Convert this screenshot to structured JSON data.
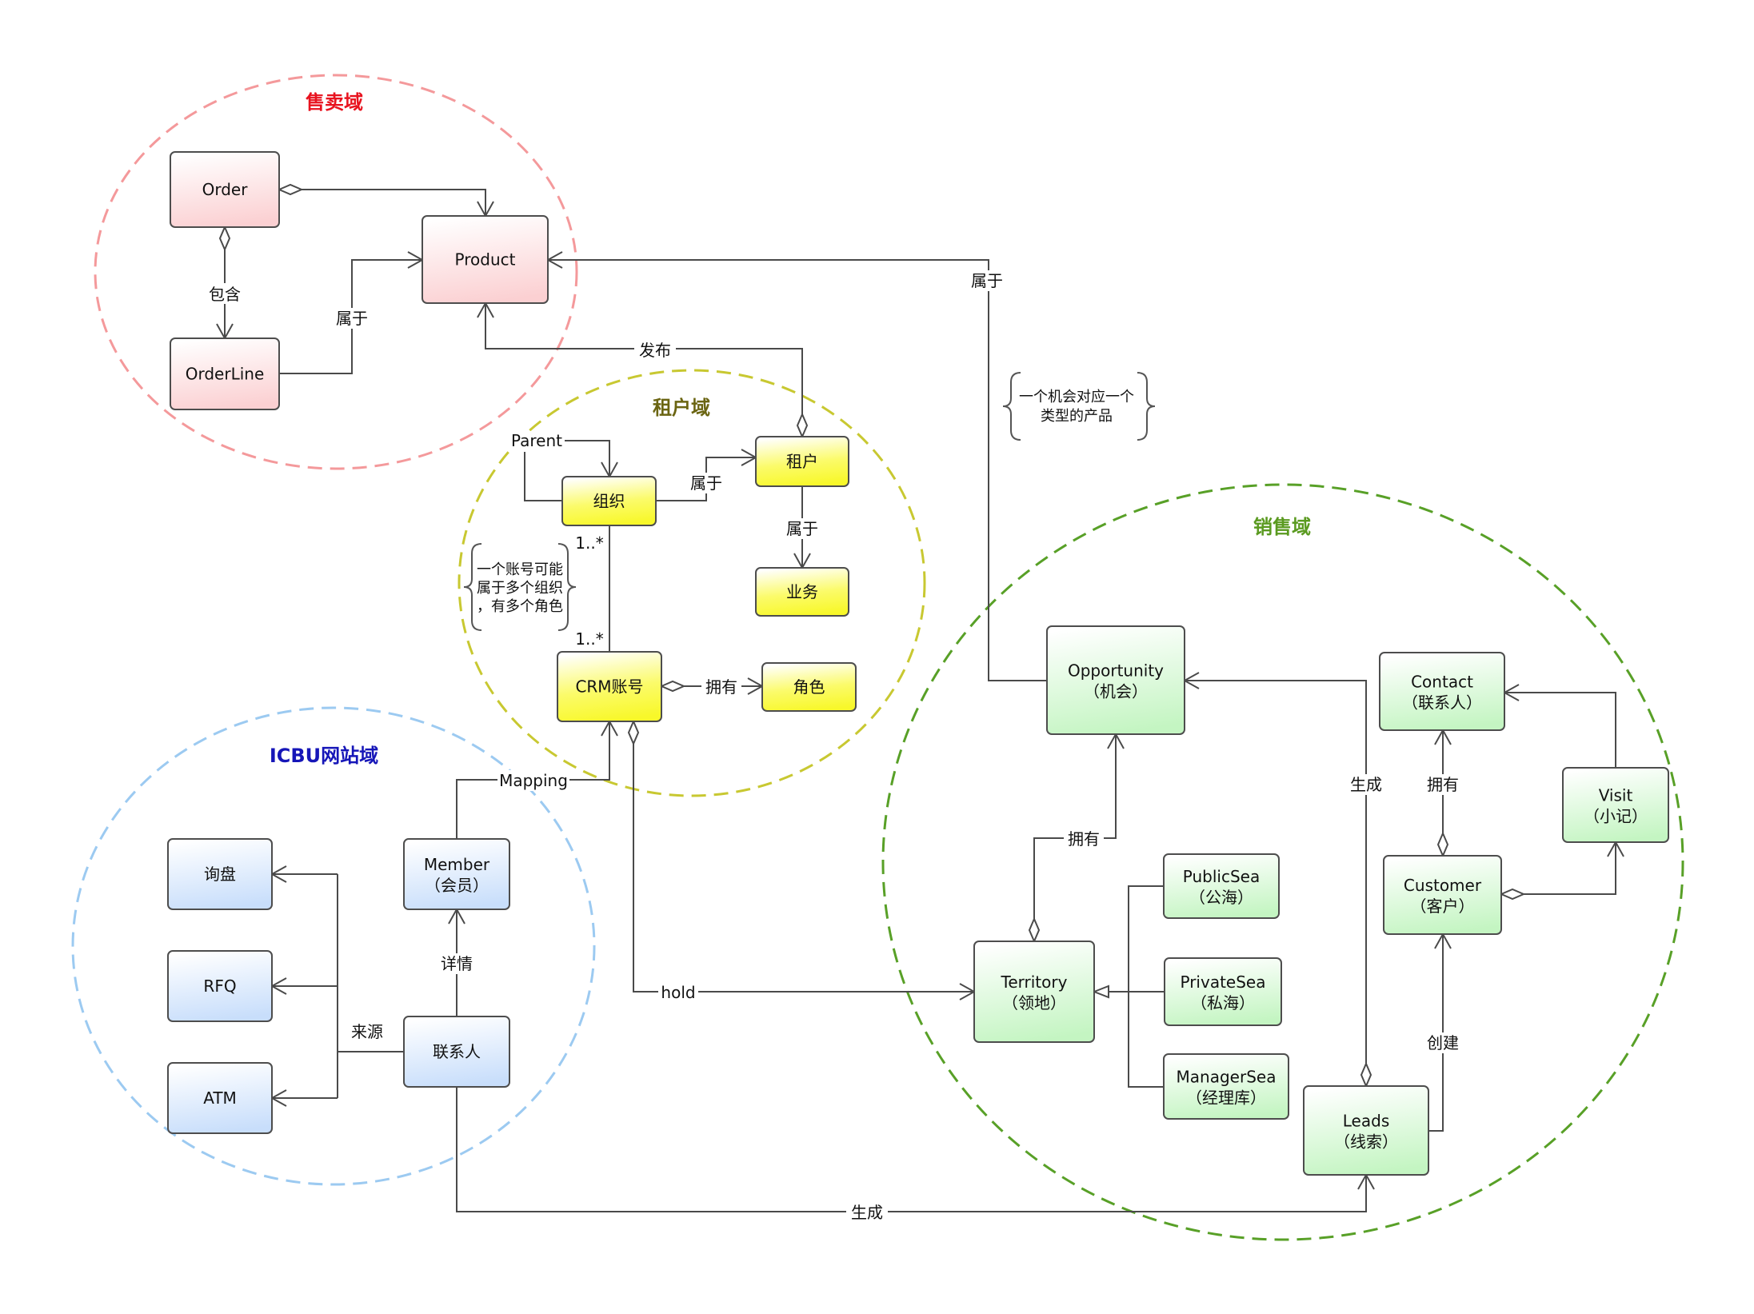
{
  "colors": {
    "sales_domain_ellipse": "#f4999b",
    "sales_domain_title": "#e8131f",
    "tenant_domain_ellipse": "#c8c831",
    "tenant_domain_title": "#6b6512",
    "icbu_domain_ellipse": "#9ccaf1",
    "icbu_domain_title": "#1616b8",
    "selling_domain_ellipse": "#58a027",
    "selling_domain_title": "#5a9a20",
    "pink_box": "#fbd5d7",
    "yellow_box": "#fbfb3a",
    "blue_box": "#cfe3fb",
    "green_box": "#c9f6c7"
  },
  "domains": {
    "sales": {
      "title": "售卖域"
    },
    "tenant": {
      "title": "租户域"
    },
    "icbu": {
      "title": "ICBU网站域"
    },
    "selling": {
      "title": "销售域"
    }
  },
  "entities": {
    "order": {
      "line1": "Order",
      "line2": ""
    },
    "product": {
      "line1": "Product",
      "line2": ""
    },
    "orderline": {
      "line1": "OrderLine",
      "line2": ""
    },
    "org": {
      "line1": "组织",
      "line2": ""
    },
    "tenant": {
      "line1": "租户",
      "line2": ""
    },
    "business": {
      "line1": "业务",
      "line2": ""
    },
    "crm_account": {
      "line1": "CRM账号",
      "line2": ""
    },
    "role": {
      "line1": "角色",
      "line2": ""
    },
    "inquiry": {
      "line1": "询盘",
      "line2": ""
    },
    "rfq": {
      "line1": "RFQ",
      "line2": ""
    },
    "atm": {
      "line1": "ATM",
      "line2": ""
    },
    "member": {
      "line1": "Member",
      "line2": "（会员）"
    },
    "icbu_contact": {
      "line1": "联系人",
      "line2": ""
    },
    "opportunity": {
      "line1": "Opportunity",
      "line2": "（机会）"
    },
    "contact": {
      "line1": "Contact",
      "line2": "（联系人）"
    },
    "visit": {
      "line1": "Visit",
      "line2": "（小记）"
    },
    "customer": {
      "line1": "Customer",
      "line2": "（客户）"
    },
    "publicsea": {
      "line1": "PublicSea",
      "line2": "（公海）"
    },
    "privatesea": {
      "line1": "PrivateSea",
      "line2": "（私海）"
    },
    "managersea": {
      "line1": "ManagerSea",
      "line2": "（经理库）"
    },
    "territory": {
      "line1": "Territory",
      "line2": "（领地）"
    },
    "leads": {
      "line1": "Leads",
      "line2": "（线索）"
    }
  },
  "relations": {
    "order_orderline": "包含",
    "orderline_product": "属于",
    "tenant_product": "发布",
    "opportunity_product": "属于",
    "org_parent": "Parent",
    "org_tenant": "属于",
    "tenant_business": "属于",
    "org_multiplicity": "1..*",
    "crm_multiplicity": "1..*",
    "crm_role": "拥有",
    "member_crm": "Mapping",
    "crm_territory": "hold",
    "contact_member": "详情",
    "contact_source": "来源",
    "contact_leads": "生成",
    "territory_opportunity": "拥有",
    "leads_opportunity": "生成",
    "customer_contact": "拥有",
    "leads_customer": "创建"
  },
  "notes": {
    "account_note": [
      "一个账号可能",
      "属于多个组织",
      "，有多个角色"
    ],
    "opportunity_note": [
      "一个机会对应一个",
      "类型的产品"
    ]
  }
}
